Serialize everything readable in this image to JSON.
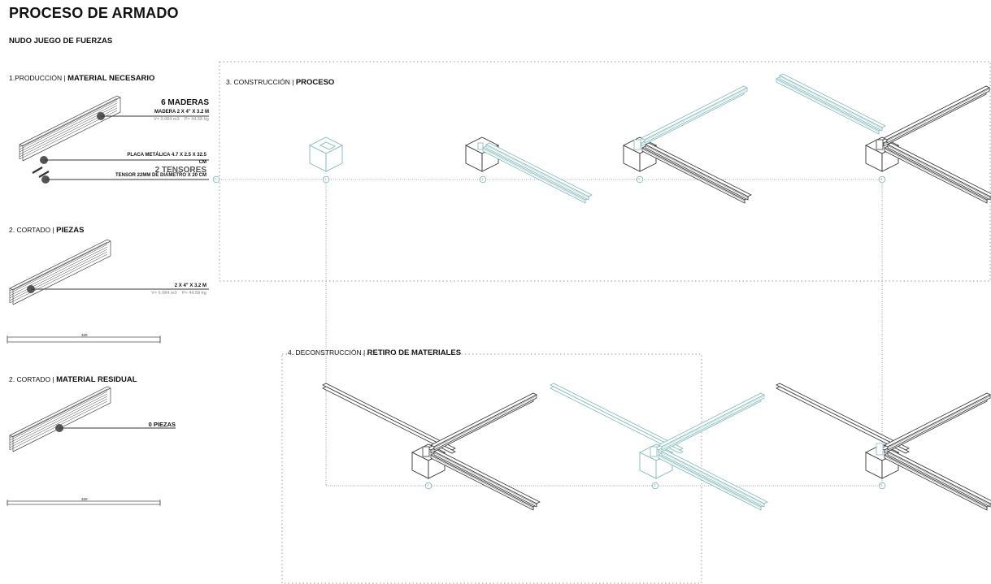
{
  "header": {
    "title": "PROCESO DE ARMADO",
    "subtitle": "NUDO JUEGO DE FUERZAS"
  },
  "sections": {
    "produccion": {
      "prefix": "1.PRODUCCIÓN |",
      "name": "MATERIAL NECESARIO"
    },
    "cortado_piezas": {
      "prefix": "2. CORTADO |",
      "name": "PIEZAS"
    },
    "cortado_residual": {
      "prefix": "2. CORTADO |",
      "name": "MATERIAL RESIDUAL"
    },
    "construccion": {
      "prefix": "3. CONSTRUCCIÓN |",
      "name": "PROCESO"
    },
    "deconstruccion": {
      "prefix": "4. DECONSTRUCCIÓN |",
      "name": "RETIRO DE MATERIALES"
    }
  },
  "materials": {
    "maderas_count": "6 MADERAS",
    "madera_spec": "MADERA 2 X 4\" X 3.2 M",
    "madera_volume": "V= 0.084 m3",
    "madera_weight": "P= 44.58 kg",
    "placa_spec_1": "PLACA METÁLICA 4.7 X 2.5 X 32.5",
    "placa_spec_2": "CM",
    "tensores_count": "2 TENSORES",
    "tensor_spec": "TENSOR 22MM DE DIÁMETRO X 20 CM"
  },
  "piezas": {
    "spec": "2 X 4\" X 3.2 M",
    "volume": "V= 0.084 m3",
    "weight": "P= 44.58 kg",
    "dim": "320"
  },
  "residual": {
    "count": "0 PIEZAS",
    "dim": "320"
  },
  "steps_top": [
    "0",
    "1",
    "2",
    "3",
    "4"
  ],
  "steps_bottom": [
    "3",
    "3",
    "5"
  ],
  "colors": {
    "line": "#333333",
    "accent": "#7fb8bb",
    "dotted": "#999999",
    "grey_text": "#aaaaaa"
  }
}
